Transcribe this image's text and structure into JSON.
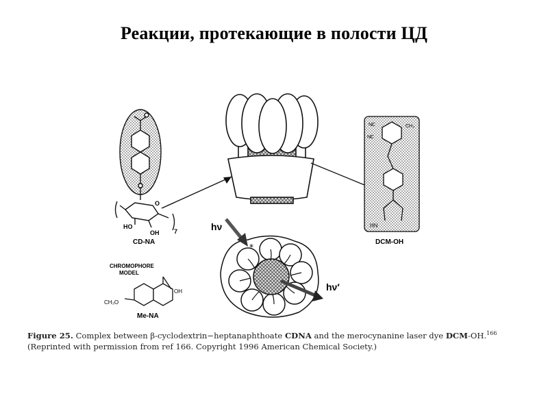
{
  "title": "Реакции, протекающие в полости ЦД",
  "labels": {
    "cd_na": "CD-NA",
    "repeat_sub": "7",
    "ho": "HO",
    "oh": "OH",
    "o": "O",
    "dcm_oh": "DCM-OH",
    "nc1": "NC",
    "nc2": "NC",
    "ch3": "CH₃",
    "hn": "HN",
    "hv_in": "hν",
    "hv_out": "hν′",
    "chromophore": "CHROMOPHORE",
    "model": "MODEL",
    "me_na": "Me-NA",
    "ch3o": "CH₃O",
    "cooh": "OH"
  },
  "caption": {
    "fig_label": "Figure 25.",
    "part1": "Complex between β-cyclodextrin−heptanaphthoate",
    "cdna": "CDNA",
    "part2": "and the merocynanine laser dye",
    "dcm": "DCM",
    "part3": "-OH.",
    "ref_sup": "166",
    "line2": "(Reprinted with permission from ref 166. Copyright 1996 American Chemical Society.)"
  },
  "colors": {
    "stroke": "#111111",
    "stipple": "#777777"
  }
}
